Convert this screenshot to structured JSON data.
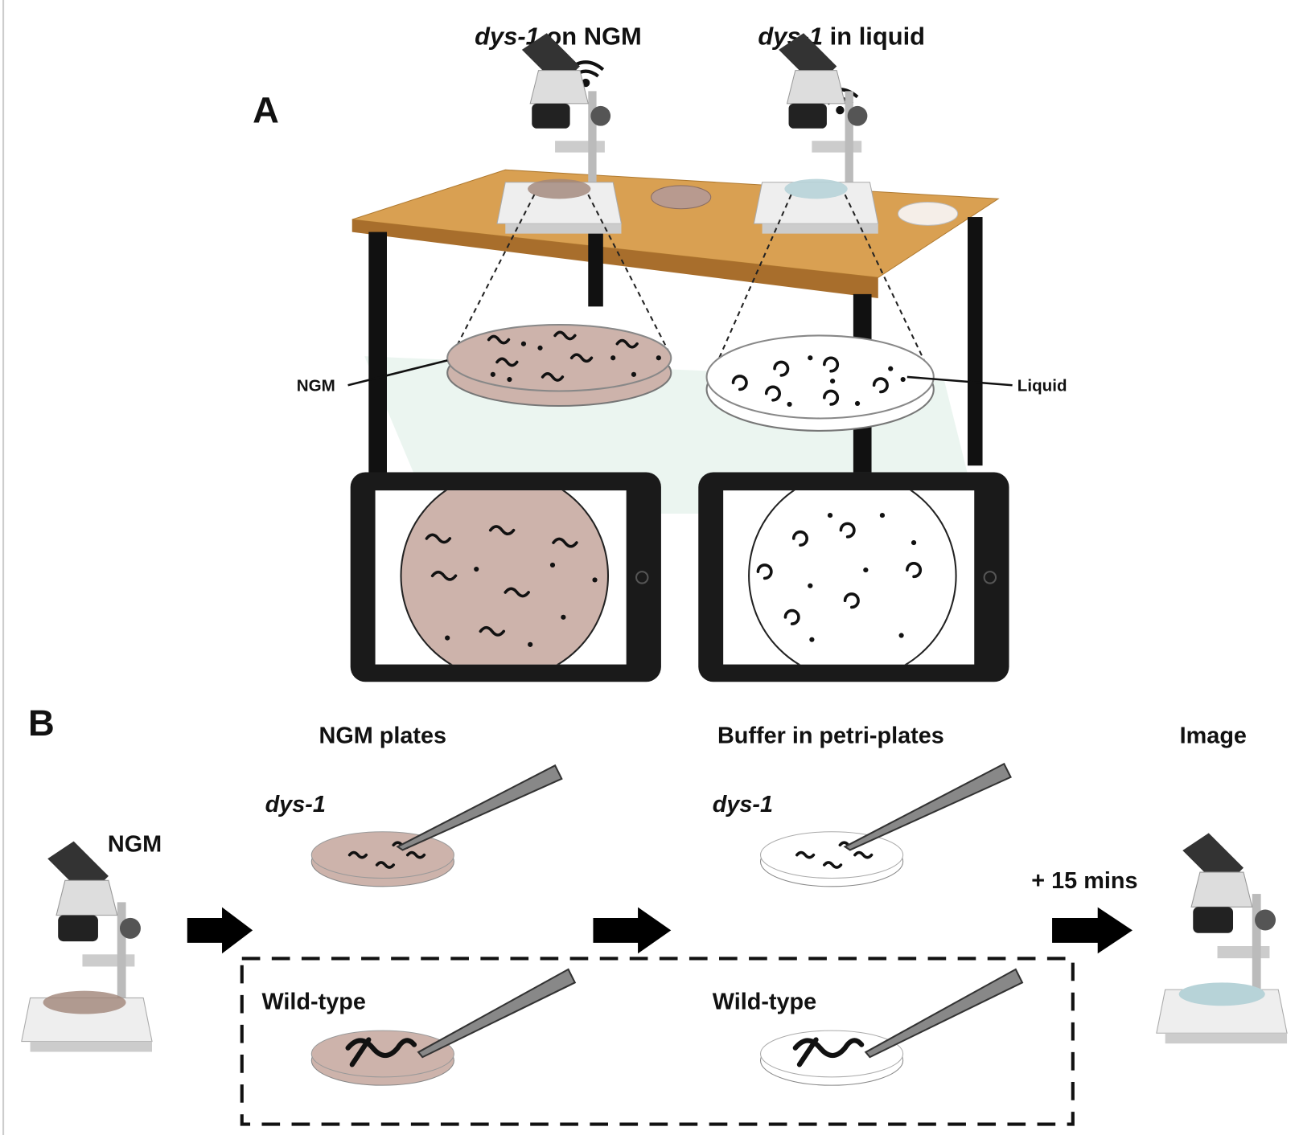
{
  "panel_a": {
    "label": "A",
    "scope_left_title": {
      "italic": "dys-1",
      "rest": " on NGM"
    },
    "scope_right_title": {
      "italic": "dys-1",
      "rest": " in liquid"
    },
    "ngm_label": "NGM",
    "liquid_label": "Liquid"
  },
  "panel_b": {
    "label": "B",
    "ngm_source_label": "NGM",
    "col1_title": "NGM plates",
    "col2_title": "Buffer in petri-plates",
    "col3_title": "Image",
    "dys1_label_1": "dys-1",
    "dys1_label_2": "dys-1",
    "wildtype_label_1": "Wild-type",
    "wildtype_label_2": "Wild-type",
    "time_label": "+ 15 mins"
  },
  "colors": {
    "ngm_plate": "#cdb3ab",
    "table_top": "#d9a052",
    "liquid_plate": "#ffffff",
    "scope_light": "#b7d3d8"
  }
}
